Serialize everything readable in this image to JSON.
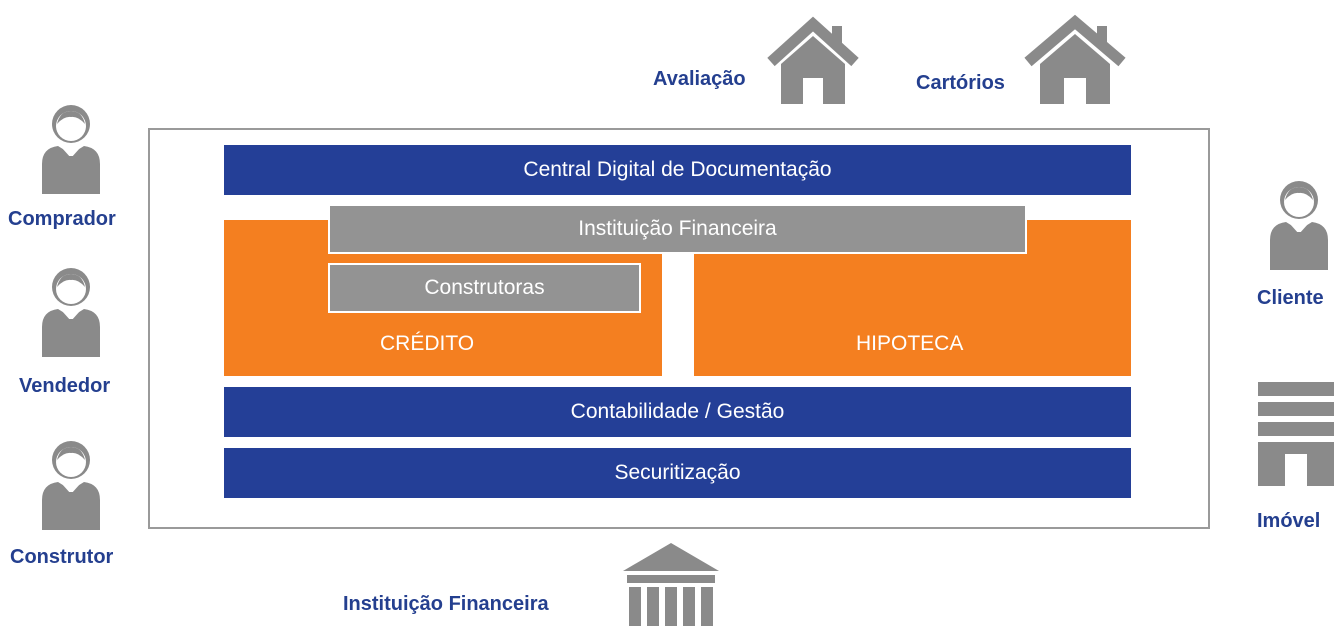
{
  "actors": {
    "comprador": "Comprador",
    "vendedor": "Vendedor",
    "construtor": "Construtor",
    "cliente": "Cliente",
    "imovel": "Imóvel",
    "avaliacao": "Avaliação",
    "cartorios": "Cartórios",
    "instituicao_financeira": "Instituição Financeira"
  },
  "platform": {
    "central_digital": "Central Digital de Documentação",
    "instituicao_financeira": "Instituição Financeira",
    "construtoras": "Construtoras",
    "credito": "CRÉDITO",
    "hipoteca": "HIPOTECA",
    "contabilidade": "Contabilidade / Gestão",
    "securitizacao": "Securitização"
  },
  "icons": {
    "person": "person-icon",
    "house": "house-icon",
    "building": "building-icon",
    "bank": "bank-icon"
  },
  "colors": {
    "blue": "#243f97",
    "orange": "#f47f20",
    "grey": "#939393",
    "label": "#243f8f"
  }
}
